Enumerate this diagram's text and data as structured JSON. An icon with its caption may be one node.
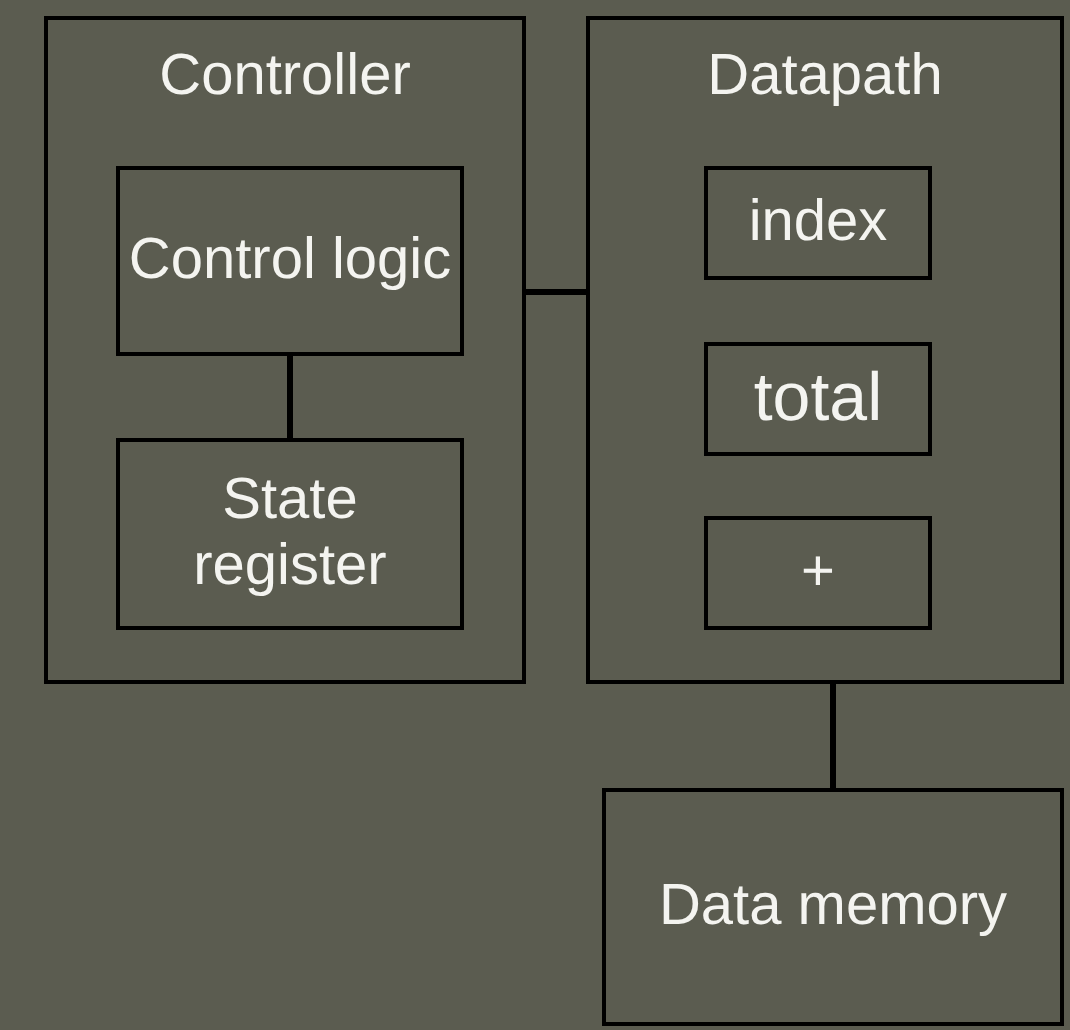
{
  "diagram": {
    "nodes": [
      {
        "text": [
          "Controller"
        ]
      },
      {
        "text": [
          "Control logic"
        ],
        "in": 0
      },
      {
        "text": [
          "State register"
        ],
        "in": 0
      },
      {
        "text": [
          "Datapath"
        ]
      },
      {
        "text": [
          "index"
        ],
        "in": 3
      },
      {
        "text": [
          "total"
        ],
        "in": 3
      },
      {
        "text": [
          "+"
        ],
        "in": 3
      },
      {
        "text": [
          "Data memory"
        ]
      }
    ],
    "edges": [
      {
        "from": 1,
        "to": 2,
        "arrow": "none"
      },
      {
        "from": 0,
        "to": 3,
        "arrow": "none"
      },
      {
        "from": 3,
        "to": 7,
        "arrow": "none"
      }
    ]
  }
}
